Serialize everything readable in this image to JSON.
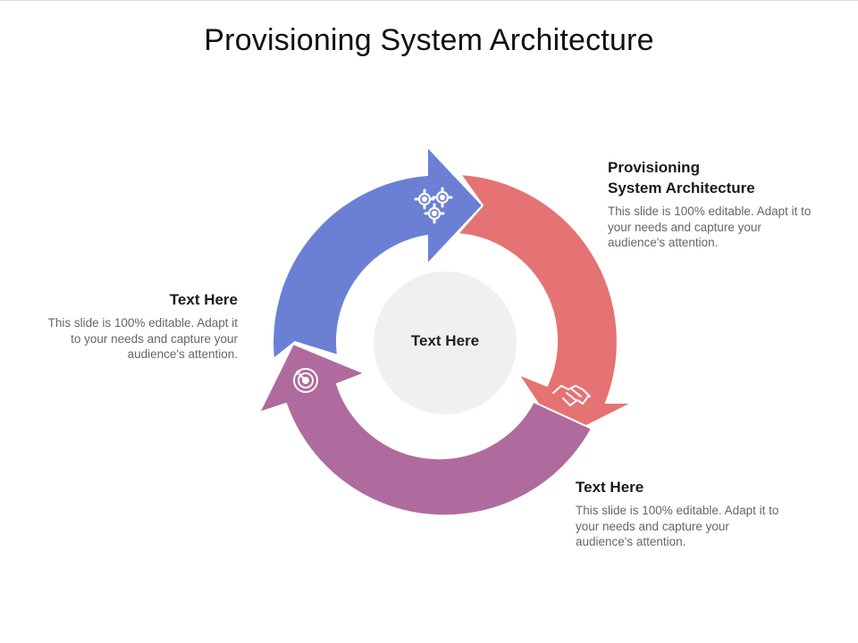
{
  "title": "Provisioning System Architecture",
  "center_label": "Text Here",
  "colors": {
    "segment_blue": "#6B80D5",
    "segment_red": "#E57373",
    "segment_purple": "#B06B9E",
    "center_circle": "#F0F0F0",
    "icon_white": "#FFFFFF"
  },
  "segments": [
    {
      "name": "blue",
      "icon": "gears-icon"
    },
    {
      "name": "red",
      "icon": "handshake-icon"
    },
    {
      "name": "purple",
      "icon": "target-icon"
    }
  ],
  "blocks": {
    "top": {
      "title_line1": "Provisioning",
      "title_line2": "System Architecture",
      "body": "This slide is 100% editable. Adapt it to your needs and capture your audience's attention."
    },
    "left": {
      "title": "Text Here",
      "body": "This slide is 100% editable. Adapt it to your needs and capture your audience's attention."
    },
    "bottom": {
      "title": "Text Here",
      "body": "This slide is 100% editable. Adapt it to your needs and capture your audience's attention."
    }
  }
}
